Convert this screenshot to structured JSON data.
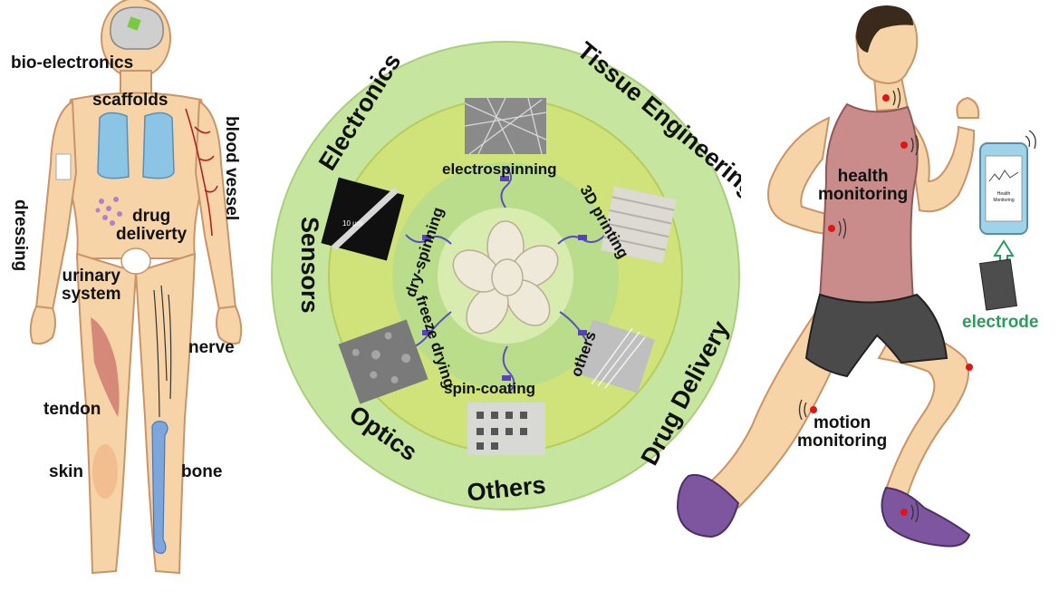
{
  "body_labels": {
    "bio_electronics": "bio-electronics",
    "scaffolds": "scaffolds",
    "dressing": "dressing",
    "blood_vessel": "blood vessel",
    "drug_delivery": "drug\ndeliverty",
    "urinary_system": "urinary\nsystem",
    "nerve": "nerve",
    "tendon": "tendon",
    "skin": "skin",
    "bone": "bone"
  },
  "wheel": {
    "outer": [
      "Electronics",
      "Tissue Engineering",
      "Sensors",
      "Drug Delivery",
      "Optics",
      "Others"
    ],
    "methods": [
      "electrospinning",
      "3D printing",
      "dry-spinning",
      "freeze drying",
      "others",
      "spin-coating"
    ],
    "scale_bar": "10 μm"
  },
  "runner": {
    "health": "health\nmonitoring",
    "motion": "motion\nmonitoring",
    "electrode": "electrode",
    "phone_screen": "Health\nMonitoring",
    "electrode_color": "#2a9d5c"
  },
  "colors": {
    "skin": "#f7d3a8",
    "skin_outline": "#c99468",
    "lungs": "#8cc4e6",
    "wheel_outer": "#c6e6a0",
    "wheel_inner": "#cfe37a",
    "shirt": "#c98c8a",
    "shorts": "#4a4a4a",
    "shoes": "#7e56a0",
    "sensor_dot": "#e01616"
  }
}
